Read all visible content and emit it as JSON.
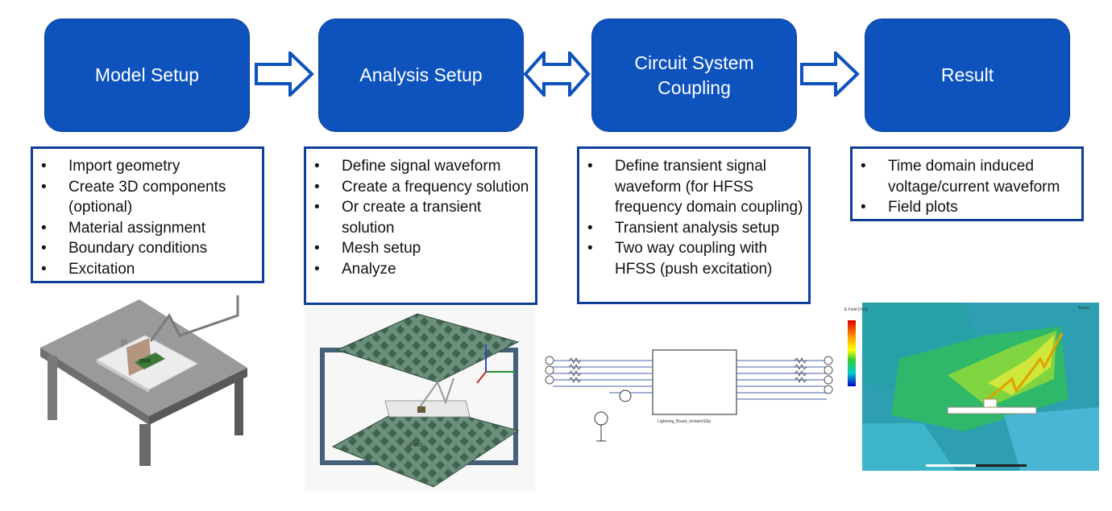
{
  "colors": {
    "box_fill": "#0d52bd",
    "box_border": "#0a3f9a",
    "accent_border": "#0d3f99"
  },
  "stages": [
    {
      "title": "Model Setup",
      "bullets": [
        "Import geometry",
        "Create 3D components (optional)",
        "Material assignment",
        "Boundary conditions",
        "Excitation"
      ]
    },
    {
      "title": "Analysis Setup",
      "bullets": [
        "Define signal waveform",
        "Create a frequency solution",
        "Or create a transient solution",
        "Mesh setup",
        "Analyze"
      ]
    },
    {
      "title": "Circuit System\nCoupling",
      "bullets": [
        "Define transient signal waveform (for HFSS frequency domain coupling)",
        "Transient analysis setup",
        "Two way coupling with HFSS (push excitation)"
      ]
    },
    {
      "title": "Result",
      "bullets": [
        "Time domain induced voltage/current waveform",
        "Field plots"
      ]
    }
  ],
  "arrows": [
    "single-right",
    "double-left-right",
    "single-right"
  ],
  "images": {
    "table_model": {
      "icon": "table-with-board-icon"
    },
    "antenna_model": {
      "icon": "plane-wave-plates-icon",
      "label": "Port1"
    },
    "circuit": {
      "icon": "circuit-schematic-icon",
      "block_label": "Lightning_Board_Isolated1Gp"
    },
    "field_plot": {
      "icon": "field-plot-icon",
      "legend_title": "E Field\n[V/m]",
      "brand": "Ansys"
    }
  }
}
